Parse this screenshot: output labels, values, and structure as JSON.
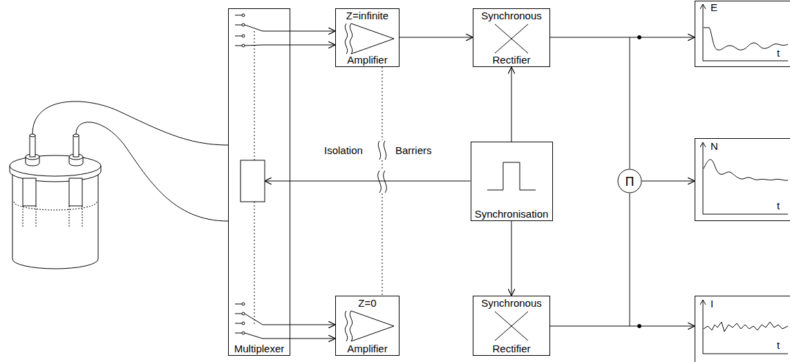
{
  "diagram": {
    "nodes": [
      {
        "text": [
          "Multiplexer"
        ]
      },
      {
        "text": [
          "Z=infinite",
          "Amplifier"
        ]
      },
      {
        "text": [
          "Synchronous",
          "Rectifier"
        ]
      },
      {
        "text": [
          "E",
          "t"
        ]
      },
      {
        "text": [
          "Synchronisation"
        ]
      },
      {
        "text": [
          "Π"
        ]
      },
      {
        "text": [
          "N",
          "t"
        ]
      },
      {
        "text": [
          "Z=0",
          "Amplifier"
        ]
      },
      {
        "text": [
          "Synchronous",
          "Rectifier"
        ]
      },
      {
        "text": [
          "I",
          "t"
        ]
      }
    ],
    "edges": [
      {
        "from": 0,
        "to": 1,
        "arrow": "to"
      },
      {
        "from": 0,
        "to": 1,
        "arrow": "to"
      },
      {
        "from": 0,
        "to": 7,
        "arrow": "to"
      },
      {
        "from": 0,
        "to": 7,
        "arrow": "to"
      },
      {
        "from": 1,
        "to": 2,
        "arrow": "to"
      },
      {
        "from": 2,
        "to": 3,
        "arrow": "to"
      },
      {
        "from": 4,
        "to": 2,
        "arrow": "to"
      },
      {
        "from": 4,
        "to": 8,
        "arrow": "to"
      },
      {
        "from": 4,
        "to": 0,
        "arrow": "to"
      },
      {
        "from": 2,
        "to": 5,
        "arrow": "none"
      },
      {
        "from": 8,
        "to": 5,
        "arrow": "none"
      },
      {
        "from": 5,
        "to": 6,
        "arrow": "to"
      },
      {
        "from": 8,
        "to": 9,
        "arrow": "to"
      }
    ],
    "labels": [
      "Isolation",
      "Barriers"
    ]
  }
}
